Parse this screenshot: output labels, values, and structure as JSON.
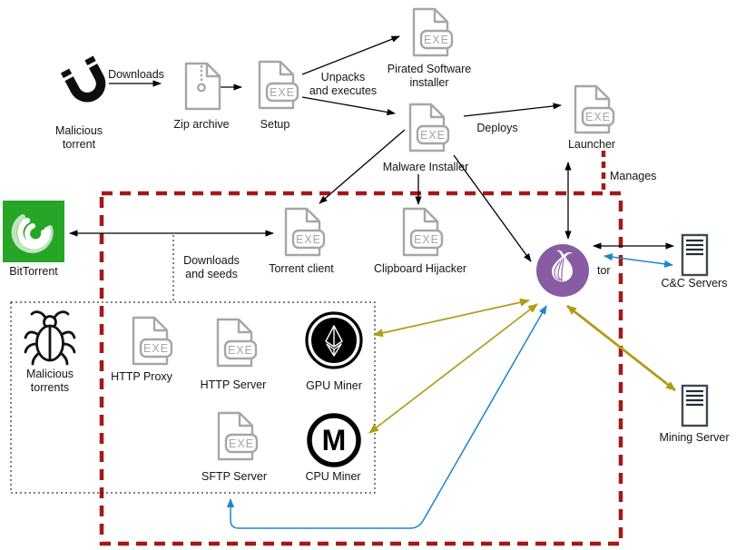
{
  "title": "Malicious torrent malware deployment diagram",
  "palette": {
    "boundary_red": "#a31919",
    "wire_black": "#000000",
    "wire_blue": "#1c86c8",
    "wire_yellow": "#b09d15",
    "icon_gray": "#a6a6a6",
    "tor_purple": "#875ca3",
    "bittorrent_green": "#26a526",
    "server_outline": "#3d4a55"
  },
  "diagram": {
    "exe_badge": "EXE",
    "monero_glyph": "M",
    "labels": {
      "malicious_torrent": "Malicious\ntorrent",
      "downloads": "Downloads",
      "zip_archive": "Zip archive",
      "setup": "Setup",
      "unpacks_executes": "Unpacks\nand executes",
      "pirated_installer": "Pirated Software\ninstaller",
      "malware_installer": "Malware Installer",
      "deploys": "Deploys",
      "launcher": "Launcher",
      "manages": "Manages",
      "bittorrent": "BitTorrent",
      "downloads_seeds": "Downloads\nand seeds",
      "torrent_client": "Torrent client",
      "clipboard_hijacker": "Clipboard Hijacker",
      "tor": "tor",
      "cc_servers": "C&C Servers",
      "malicious_torrents": "Malicious\ntorrents",
      "http_proxy": "HTTP Proxy",
      "http_server": "HTTP Server",
      "gpu_miner": "GPU Miner",
      "sftp_server": "SFTP Server",
      "cpu_miner": "CPU Miner",
      "mining_server": "Mining Server"
    },
    "edges": [
      {
        "from": "Malicious torrent",
        "to": "Zip archive",
        "label": "Downloads",
        "color": "black",
        "bidirectional": false
      },
      {
        "from": "Zip archive",
        "to": "Setup",
        "color": "black",
        "bidirectional": false
      },
      {
        "from": "Setup",
        "to": "Pirated Software installer",
        "label": "Unpacks and executes",
        "color": "black",
        "bidirectional": false
      },
      {
        "from": "Setup",
        "to": "Malware Installer",
        "label": "Unpacks and executes",
        "color": "black",
        "bidirectional": false
      },
      {
        "from": "Malware Installer",
        "to": "Launcher",
        "label": "Deploys",
        "color": "black",
        "bidirectional": false
      },
      {
        "from": "Malware Installer",
        "to": "Torrent client",
        "color": "black",
        "bidirectional": false
      },
      {
        "from": "Malware Installer",
        "to": "Clipboard Hijacker",
        "color": "black",
        "bidirectional": false
      },
      {
        "from": "Malware Installer",
        "to": "tor",
        "color": "black",
        "bidirectional": false
      },
      {
        "from": "Launcher",
        "to": "tor",
        "color": "black",
        "bidirectional": true
      },
      {
        "from": "Launcher",
        "to": "deployment boundary",
        "label": "Manages",
        "color": "red-dashed",
        "bidirectional": false
      },
      {
        "from": "BitTorrent",
        "to": "Torrent client",
        "label": "Downloads and seeds",
        "color": "black",
        "bidirectional": true
      },
      {
        "from": "tor",
        "to": "C&C Servers",
        "color": "black",
        "bidirectional": true
      },
      {
        "from": "tor",
        "to": "C&C Servers",
        "color": "blue",
        "bidirectional": true
      },
      {
        "from": "tor",
        "to": "GPU Miner",
        "color": "yellow",
        "bidirectional": true
      },
      {
        "from": "tor",
        "to": "CPU Miner",
        "color": "yellow",
        "bidirectional": true
      },
      {
        "from": "tor",
        "to": "Mining Server",
        "color": "yellow",
        "bidirectional": true
      },
      {
        "from": "tor",
        "to": "SFTP Server",
        "color": "blue",
        "bidirectional": true
      }
    ]
  }
}
